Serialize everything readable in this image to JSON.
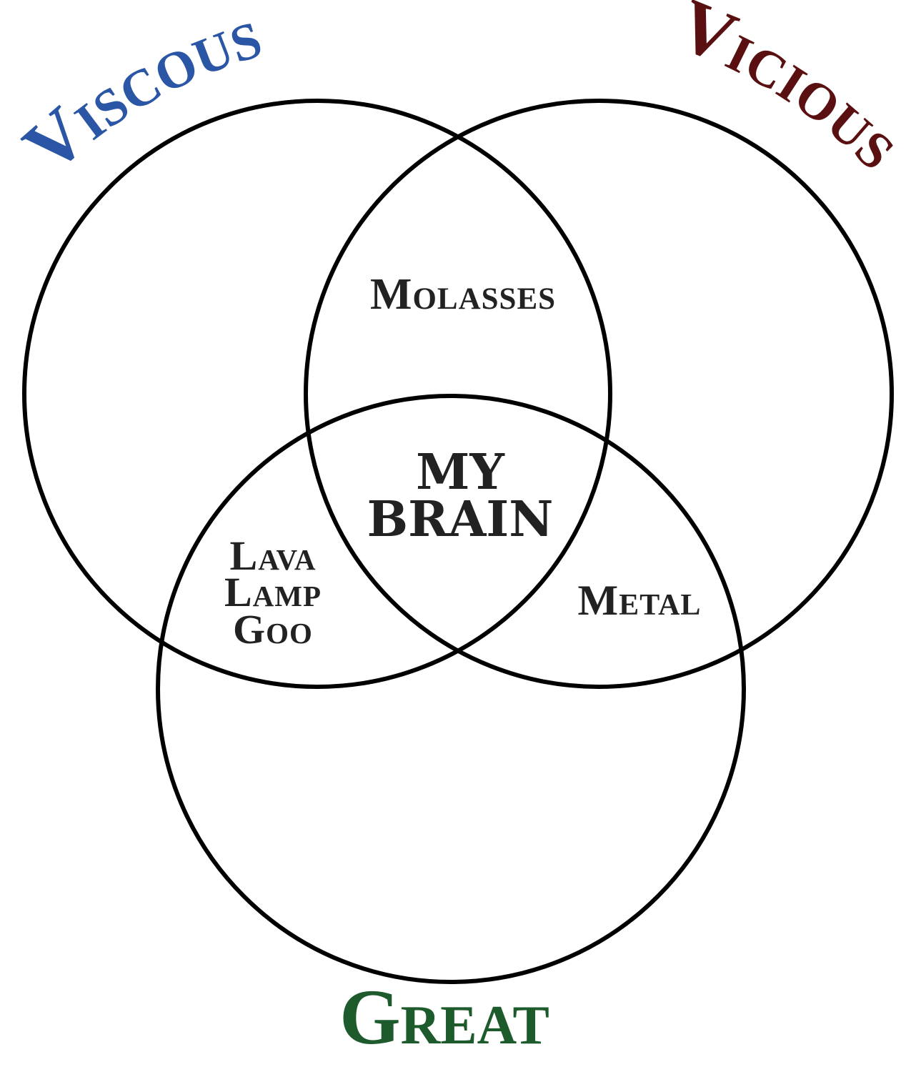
{
  "sets": {
    "viscous": {
      "label": "Viscous",
      "color": "#2a56a5"
    },
    "vicious": {
      "label": "Vicious",
      "color": "#5a1010"
    },
    "great": {
      "label": "Great",
      "color": "#1d5a2c"
    }
  },
  "regions": {
    "viscous_vicious": "Molasses",
    "viscous_great_line1": "Lava",
    "viscous_great_line2": "Lamp",
    "viscous_great_line3": "Goo",
    "vicious_great": "Metal",
    "center_line1": "MY",
    "center_line2": "BRAIN"
  },
  "colors": {
    "outline": "#000000",
    "region_text": "#222222"
  }
}
